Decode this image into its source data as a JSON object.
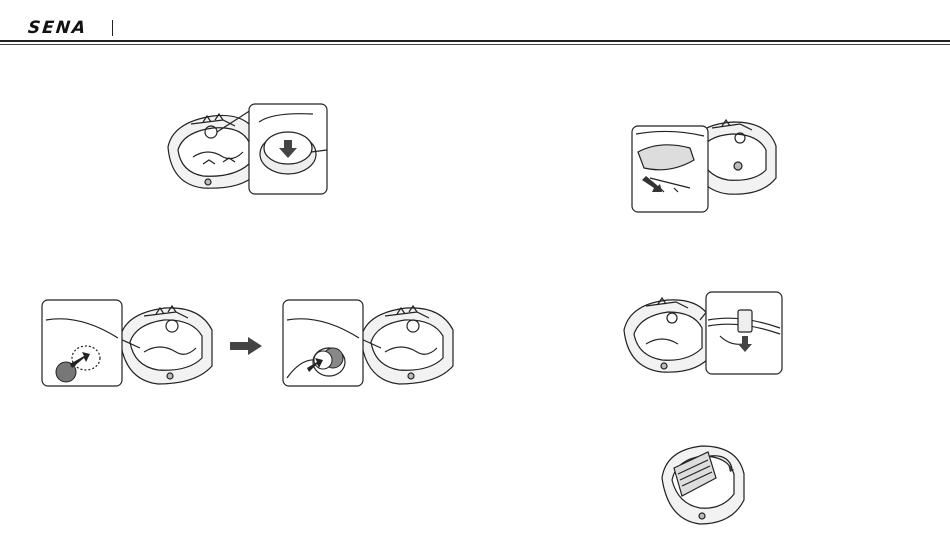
{
  "header": {
    "brand": "SENA"
  },
  "figures": [
    {
      "name": "speaker-install-step-figure",
      "icon": "helmet-speaker-pocket-illustration"
    },
    {
      "name": "speaker-pocket-remove-figure",
      "icon": "helmet-speaker-remove-illustration"
    },
    {
      "name": "speaker-place-figure",
      "icon": "helmet-speaker-place-illustration"
    },
    {
      "name": "microphone-install-figure",
      "icon": "helmet-microphone-illustration"
    },
    {
      "name": "cable-clip-figure",
      "icon": "helmet-cable-clip-illustration"
    },
    {
      "name": "helmet-lining-figure",
      "icon": "helmet-lining-illustration"
    }
  ]
}
